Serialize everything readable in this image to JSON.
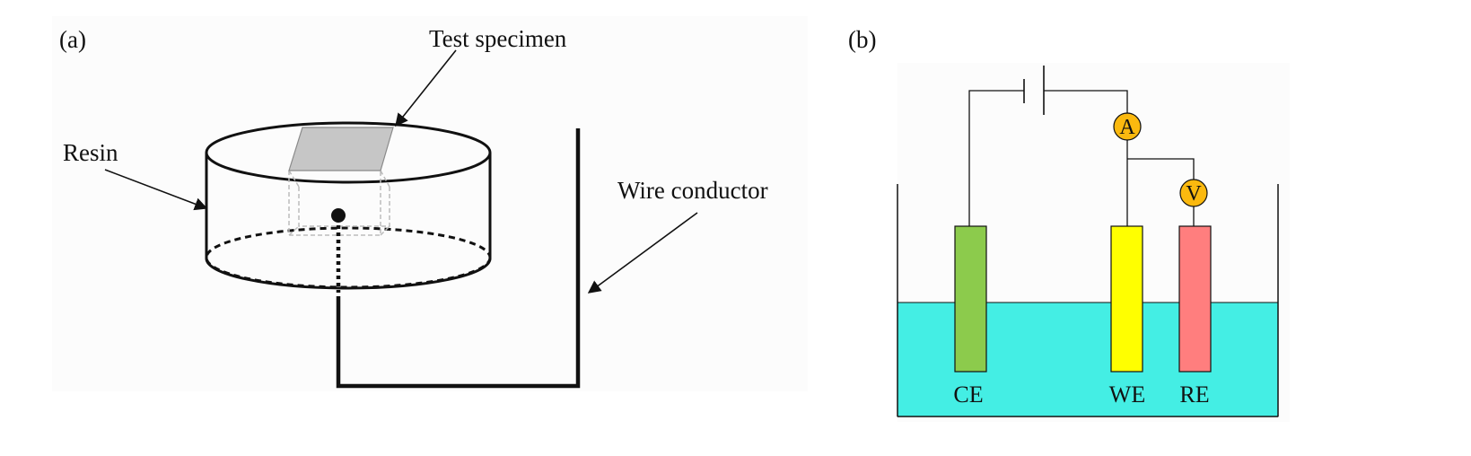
{
  "panel_a": {
    "tag": "(a)",
    "labels": {
      "test_specimen": "Test specimen",
      "resin": "Resin",
      "wire_conductor": "Wire conductor"
    }
  },
  "panel_b": {
    "tag": "(b)",
    "meters": {
      "ammeter": "A",
      "voltmeter": "V"
    },
    "electrodes": {
      "counter": "CE",
      "working": "WE",
      "reference": "RE"
    },
    "colors": {
      "electrolyte": "#44EEE4",
      "counter_electrode": "#8CCB4C",
      "working_electrode": "#FFFF00",
      "reference_electrode": "#FF7E7E",
      "meter": "#FBB90F"
    }
  }
}
